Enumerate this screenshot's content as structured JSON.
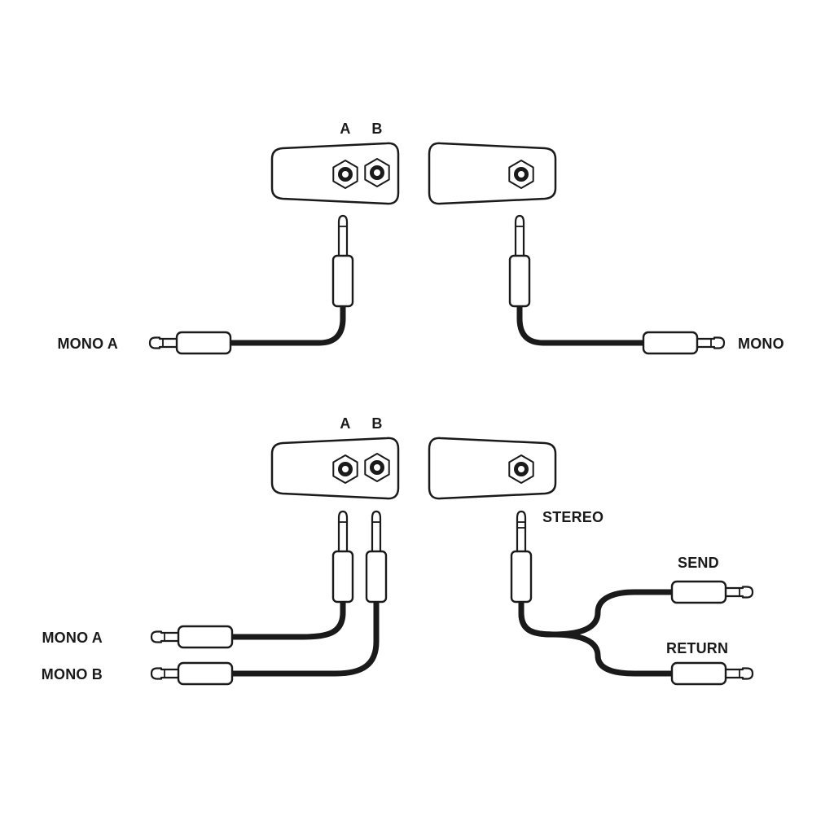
{
  "diagram": {
    "colors": {
      "stroke": "#1a1a1a",
      "background": "#ffffff"
    },
    "top_left": {
      "jack_a_label": "A",
      "jack_b_label": "B",
      "cable_label": "MONO A"
    },
    "top_right": {
      "cable_label": "MONO"
    },
    "bottom_left": {
      "jack_a_label": "A",
      "jack_b_label": "B",
      "cable_a_label": "MONO A",
      "cable_b_label": "MONO B"
    },
    "bottom_right": {
      "plug_label": "STEREO",
      "send_label": "SEND",
      "return_label": "RETURN"
    }
  }
}
